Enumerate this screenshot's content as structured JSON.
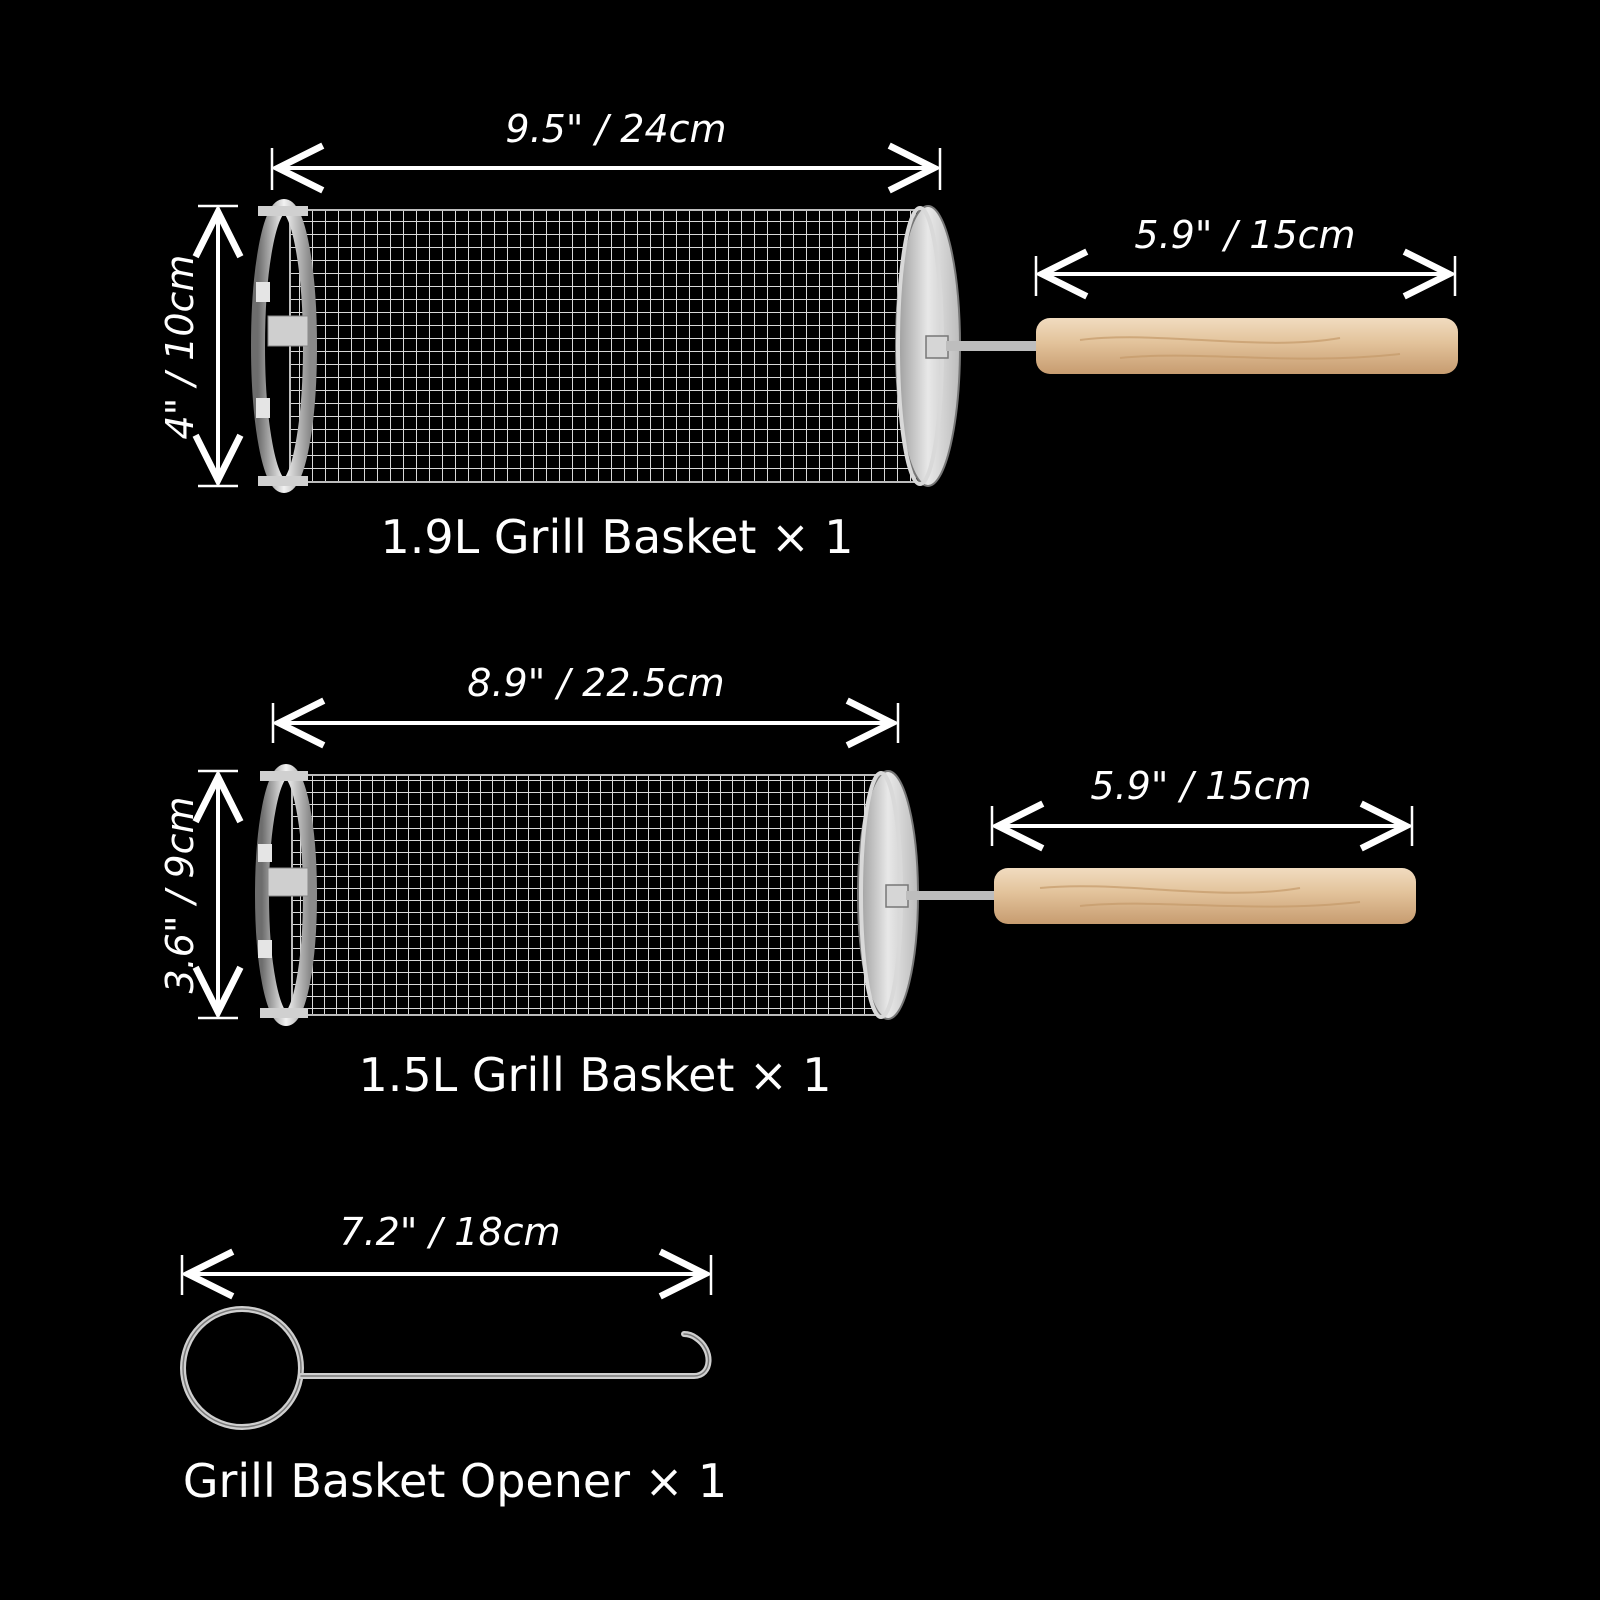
{
  "items": [
    {
      "name": "1.9L Grill Basket × 1",
      "length_label": "9.5\" / 24cm",
      "height_label": "4\" / 10cm",
      "handle_label": "5.9\" / 15cm",
      "icon": "grill-basket-large-icon"
    },
    {
      "name": "1.5L Grill Basket × 1",
      "length_label": "8.9\" / 22.5cm",
      "height_label": "3.6\" / 9cm",
      "handle_label": "5.9\" / 15cm",
      "icon": "grill-basket-small-icon"
    },
    {
      "name": "Grill Basket Opener × 1",
      "length_label": "7.2\" / 18cm",
      "icon": "basket-opener-icon"
    }
  ],
  "colors": {
    "background": "#000000",
    "text": "#ffffff",
    "steel": "#c8c8c8",
    "wood": "#e3c9a4"
  }
}
